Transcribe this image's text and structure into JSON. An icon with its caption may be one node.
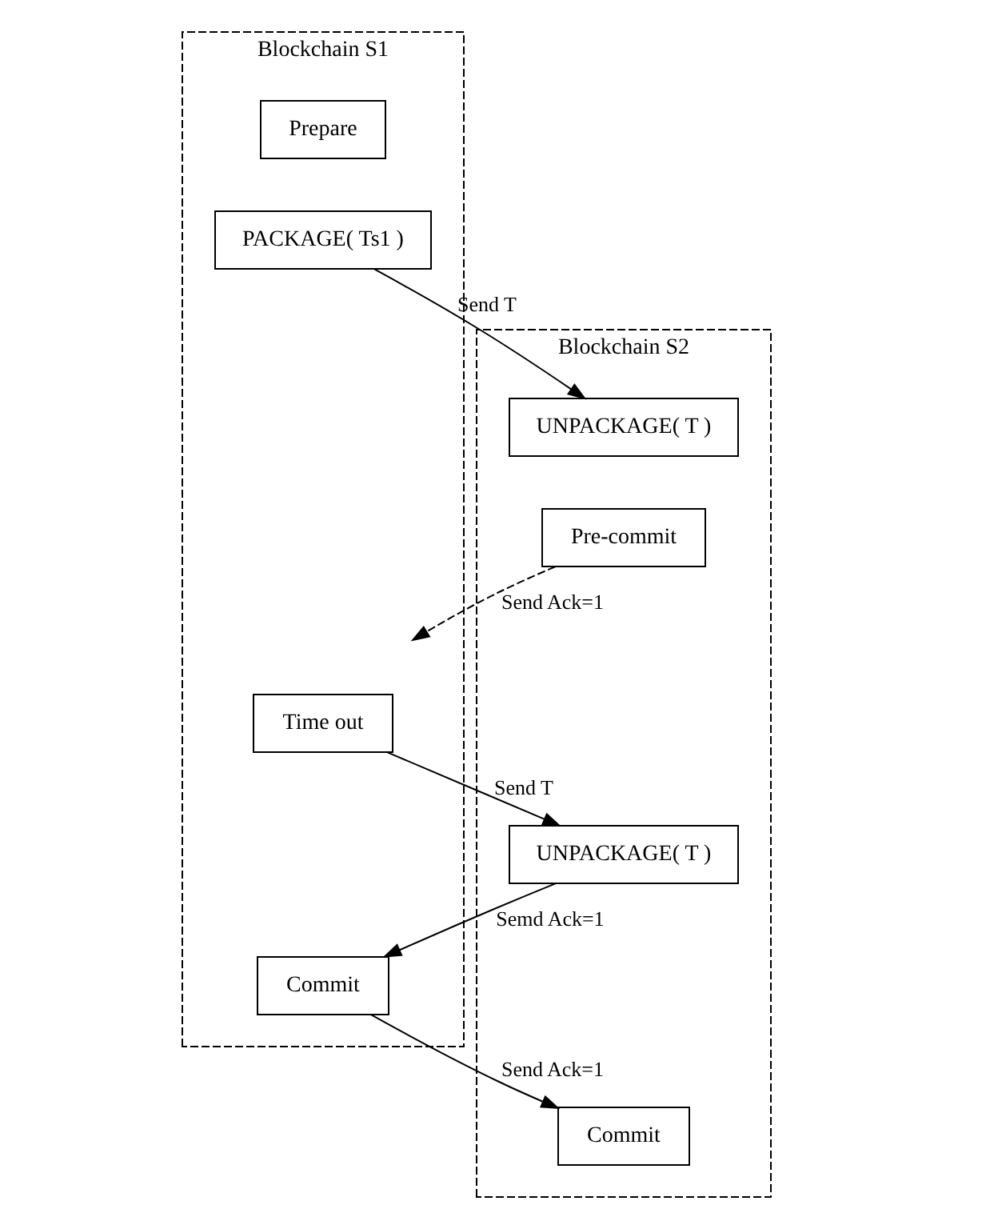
{
  "diagram": {
    "nodes": [
      {
        "text": [
          "Blockchain S1"
        ]
      },
      {
        "text": [
          "Blockchain S2"
        ]
      },
      {
        "text": [
          "Prepare"
        ],
        "in": 0
      },
      {
        "text": [
          "PACKAGE( Ts1 )"
        ],
        "in": 0
      },
      {
        "text": [
          "UNPACKAGE( T )"
        ],
        "in": 1
      },
      {
        "text": [
          "Pre-commit"
        ],
        "in": 1
      },
      {
        "text": [
          "Time out"
        ],
        "in": 0
      },
      {
        "text": [
          "UNPACKAGE( T )"
        ],
        "in": 1
      },
      {
        "text": [
          "Commit"
        ],
        "in": 0
      },
      {
        "text": [
          "Commit"
        ],
        "in": 1
      }
    ],
    "edges": [
      {
        "from": 3,
        "to": 4,
        "arrow": "to",
        "label": "Send T"
      },
      {
        "from": 5,
        "to": null,
        "arrow": "to",
        "label": "Send Ack=1",
        "style": "dashed"
      },
      {
        "from": 6,
        "to": 7,
        "arrow": "to",
        "label": "Send T"
      },
      {
        "from": 7,
        "to": 8,
        "arrow": "to",
        "label": "Semd Ack=1"
      },
      {
        "from": 8,
        "to": 9,
        "arrow": "to",
        "label": "Send Ack=1"
      }
    ]
  }
}
